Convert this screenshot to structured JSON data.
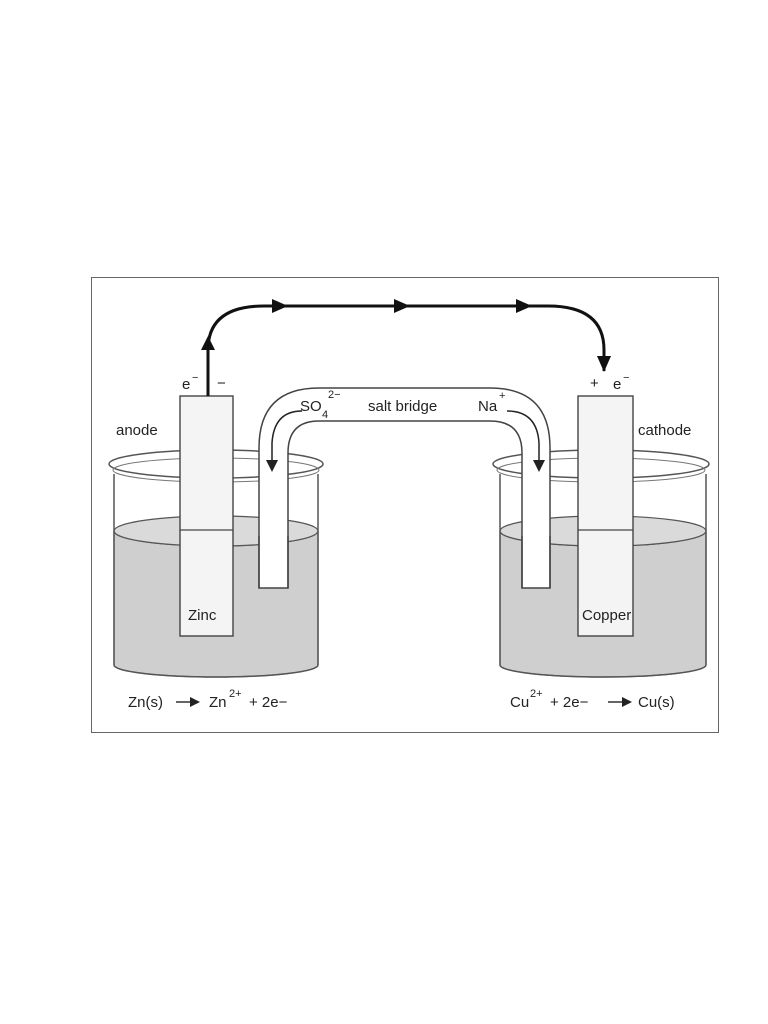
{
  "colors": {
    "solution": "#cfcfcf",
    "glass_stroke": "#555555",
    "electrode_fill": "#f4f4f4",
    "wire": "#111111"
  },
  "labels": {
    "anode": "anode",
    "cathode": "cathode",
    "zinc": "Zinc",
    "copper": "Copper",
    "salt_bridge": "salt bridge",
    "electron_left": "e",
    "electron_left_sup": "−",
    "minus_sign": "−",
    "plus_sign": "+",
    "electron_right": "e",
    "electron_right_sup": "−",
    "sulfate_base": "SO",
    "sulfate_sub": "4",
    "sulfate_sup": "2−",
    "sodium_base": "Na",
    "sodium_sup": "+"
  },
  "equations": {
    "anode": {
      "reactant": "Zn(s)",
      "product_base": "Zn",
      "product_sup": "2+",
      "electrons": "+ 2e−"
    },
    "cathode": {
      "reactant_base": "Cu",
      "reactant_sup": "2+",
      "electrons": "+ 2e−",
      "product": "Cu(s)"
    }
  }
}
